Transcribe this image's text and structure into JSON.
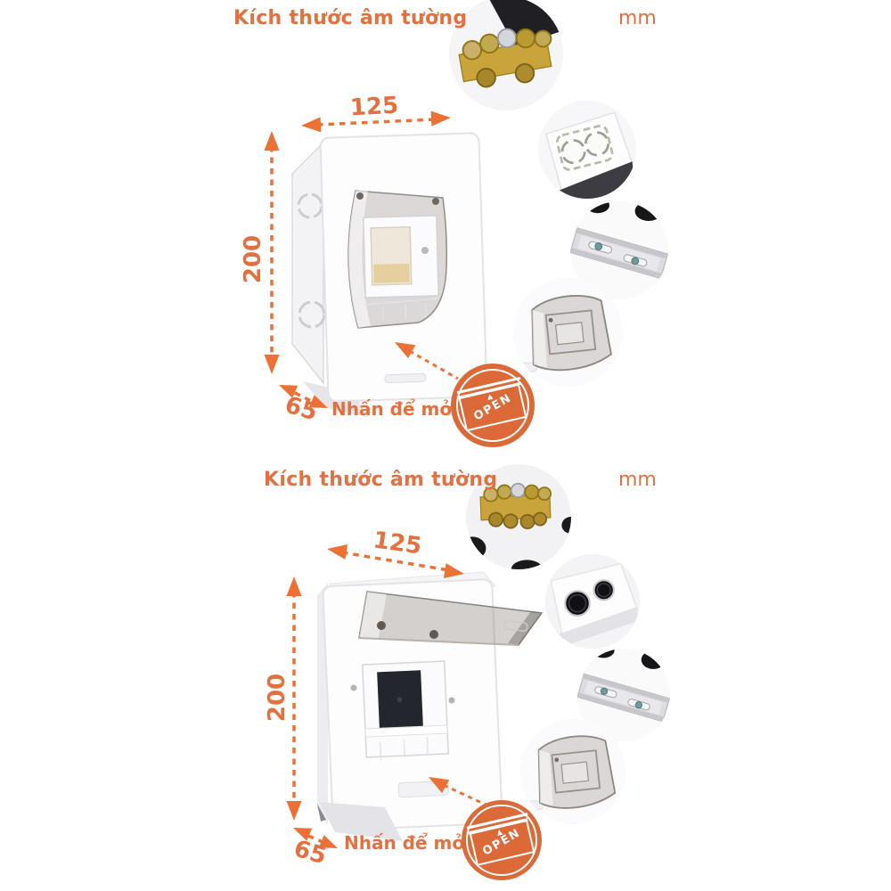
{
  "colors": {
    "background": "#ffffff",
    "accent_text": "#E2713F",
    "accent_arrow": "#EC7134",
    "badge_fill": "#DB6A38"
  },
  "sections": [
    {
      "id": "cover-closed",
      "title": "Kích thước âm tường",
      "unit_label": "mm",
      "dim_width": "125",
      "dim_height": "200",
      "dim_depth": "65",
      "press_hint": "Nhấn để mở",
      "badge_label": "OPEN",
      "callouts": [
        {
          "icon": "brass-busbar-photo"
        },
        {
          "icon": "knockout-holes-photo"
        },
        {
          "icon": "din-rail-photo"
        },
        {
          "icon": "transparent-cover-photo"
        }
      ]
    },
    {
      "id": "cover-open",
      "title": "Kích thước âm tường",
      "unit_label": "mm",
      "dim_width": "125",
      "dim_height": "200",
      "dim_depth": "65",
      "press_hint": "Nhấn để mở",
      "badge_label": "OPEN",
      "callouts": [
        {
          "icon": "brass-busbar-photo"
        },
        {
          "icon": "knockout-holes-photo"
        },
        {
          "icon": "din-rail-photo"
        },
        {
          "icon": "transparent-cover-photo"
        }
      ]
    }
  ]
}
